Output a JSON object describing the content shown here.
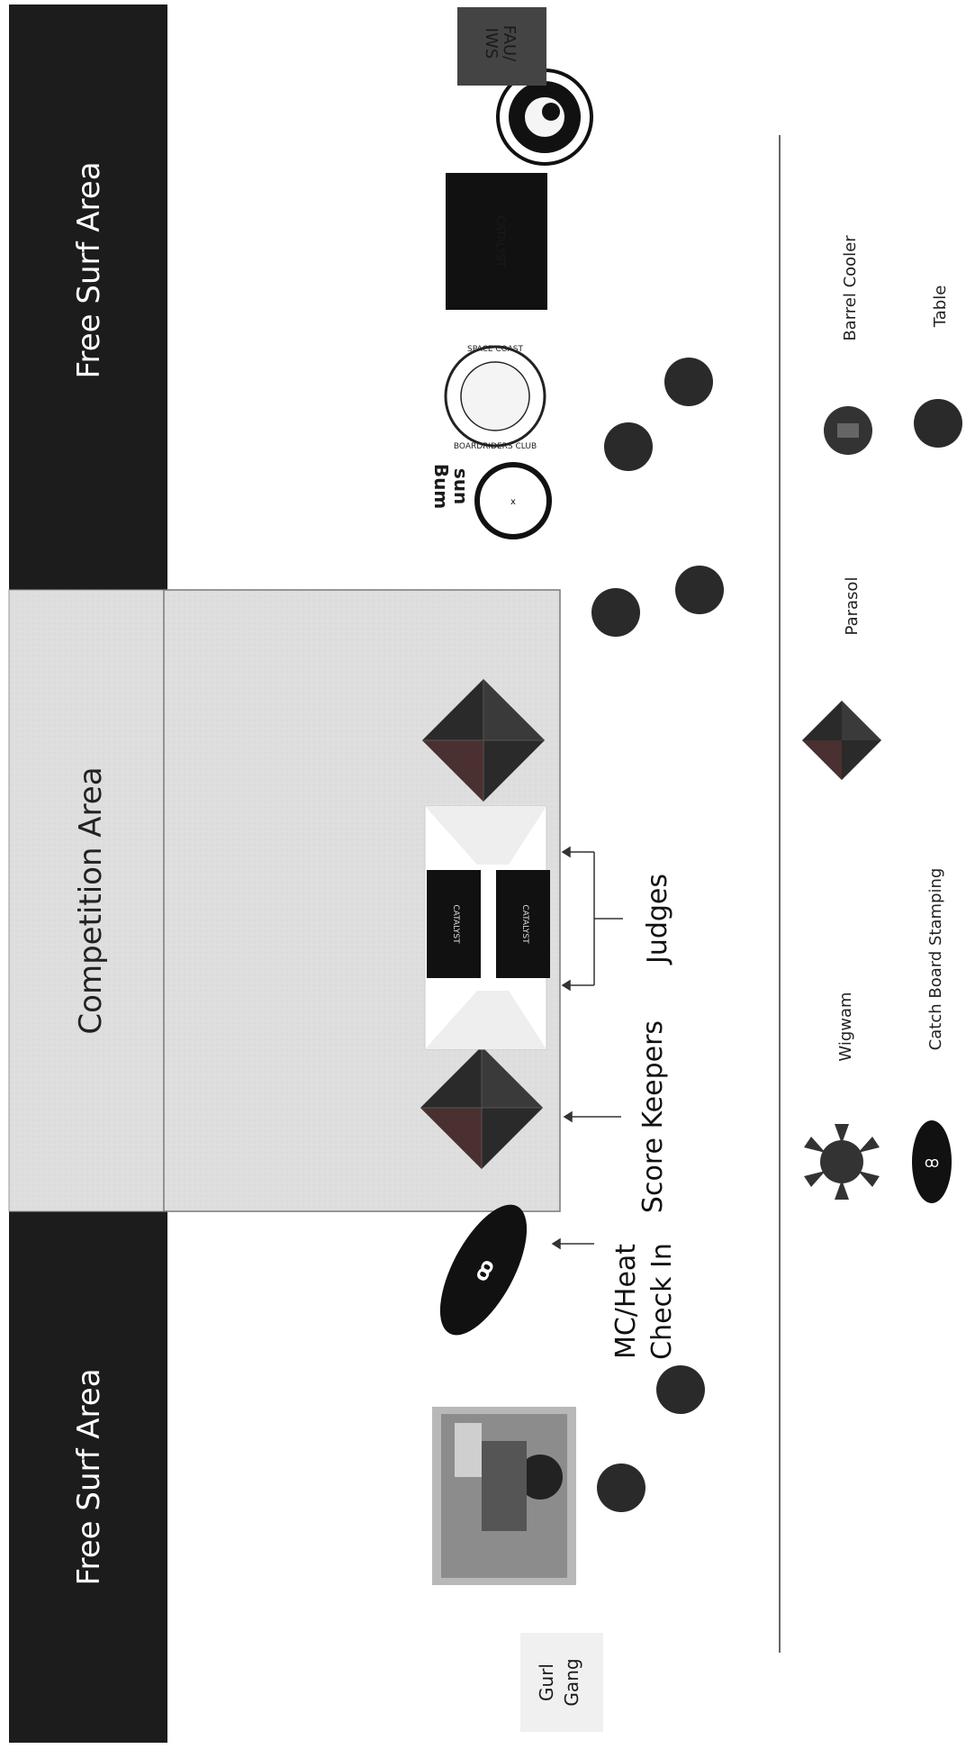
{
  "zones": {
    "free_surf_top": "Free Surf Area",
    "free_surf_bottom": "Free Surf Area",
    "competition": "Competition Area"
  },
  "labels": {
    "judges": "Judges",
    "score_keepers": "Score Keepers",
    "mc_heat_line1": "MC/Heat",
    "mc_heat_line2": "Check In",
    "gurl_gang_line1": "Gurl",
    "gurl_gang_line2": "Gang"
  },
  "sponsors": {
    "fau_iws": "FAU/\nIWS",
    "catalyst": "CATALYST",
    "space_coast": "SPACE COAST",
    "boardriders": "BOARDRIDERS CLUB",
    "sun_bum": "sun\nBum"
  },
  "legend": {
    "barrel_cooler": "Barrel Cooler",
    "table": "Table",
    "parasol": "Parasol",
    "wigwam": "Wigwam",
    "catch_board": "Catch Board Stamping"
  },
  "colors": {
    "dark_band": "#1c1c1c",
    "competition_fill": "#dcdcdc",
    "table": "#2a2a2a"
  }
}
